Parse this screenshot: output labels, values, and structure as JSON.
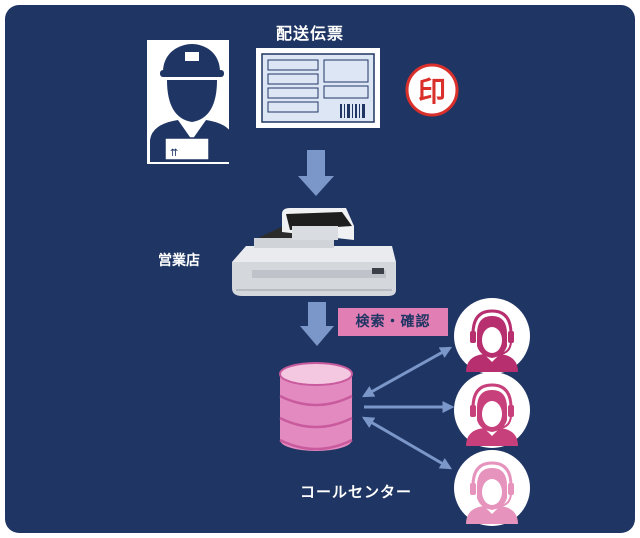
{
  "labels": {
    "slip_title": "配送伝票",
    "store": "営業店",
    "search_confirm": "検索・確認",
    "call_center": "コールセンター"
  },
  "stamp": {
    "text": "印"
  },
  "colors": {
    "panel": "#1f3563",
    "arrow": "#7b96c8",
    "badge": "#e17fb4",
    "database": "#e38bc0",
    "stamp": "#d9302b",
    "operators": [
      "#b72f6e",
      "#c7407b",
      "#e693bd"
    ]
  },
  "icons": {
    "delivery_person": "delivery-person-icon",
    "delivery_slip": "delivery-slip-icon",
    "stamp": "seal-stamp-icon",
    "scanner": "document-scanner-icon",
    "database": "database-icon",
    "operator": "headset-operator-icon"
  }
}
